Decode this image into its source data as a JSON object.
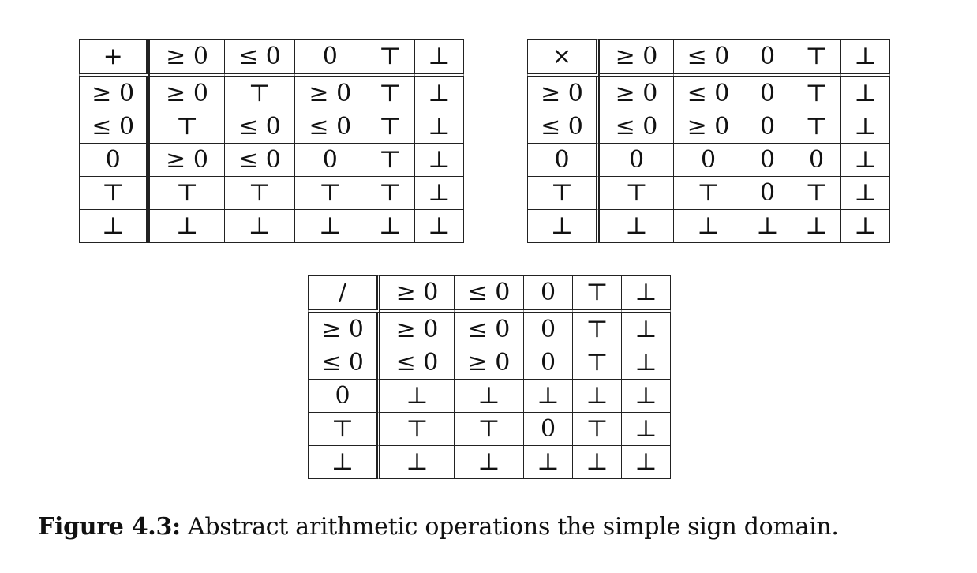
{
  "tables": [
    {
      "id": "table-add",
      "operator": "+",
      "columns": [
        "≥ 0",
        "≤ 0",
        "0",
        "⊤",
        "⊥"
      ],
      "rows": [
        {
          "label": "≥ 0",
          "cells": [
            "≥ 0",
            "⊤",
            "≥ 0",
            "⊤",
            "⊥"
          ]
        },
        {
          "label": "≤ 0",
          "cells": [
            "⊤",
            "≤ 0",
            "≤ 0",
            "⊤",
            "⊥"
          ]
        },
        {
          "label": "0",
          "cells": [
            "≥ 0",
            "≤ 0",
            "0",
            "⊤",
            "⊥"
          ]
        },
        {
          "label": "⊤",
          "cells": [
            "⊤",
            "⊤",
            "⊤",
            "⊤",
            "⊥"
          ]
        },
        {
          "label": "⊥",
          "cells": [
            "⊥",
            "⊥",
            "⊥",
            "⊥",
            "⊥"
          ]
        }
      ]
    },
    {
      "id": "table-mul",
      "operator": "×",
      "columns": [
        "≥ 0",
        "≤ 0",
        "0",
        "⊤",
        "⊥"
      ],
      "rows": [
        {
          "label": "≥ 0",
          "cells": [
            "≥ 0",
            "≤ 0",
            "0",
            "⊤",
            "⊥"
          ]
        },
        {
          "label": "≤ 0",
          "cells": [
            "≤ 0",
            "≥ 0",
            "0",
            "⊤",
            "⊥"
          ]
        },
        {
          "label": "0",
          "cells": [
            "0",
            "0",
            "0",
            "0",
            "⊥"
          ]
        },
        {
          "label": "⊤",
          "cells": [
            "⊤",
            "⊤",
            "0",
            "⊤",
            "⊥"
          ]
        },
        {
          "label": "⊥",
          "cells": [
            "⊥",
            "⊥",
            "⊥",
            "⊥",
            "⊥"
          ]
        }
      ]
    },
    {
      "id": "table-div",
      "operator": "/",
      "columns": [
        "≥ 0",
        "≤ 0",
        "0",
        "⊤",
        "⊥"
      ],
      "rows": [
        {
          "label": "≥ 0",
          "cells": [
            "≥ 0",
            "≤ 0",
            "0",
            "⊤",
            "⊥"
          ]
        },
        {
          "label": "≤ 0",
          "cells": [
            "≤ 0",
            "≥ 0",
            "0",
            "⊤",
            "⊥"
          ]
        },
        {
          "label": "0",
          "cells": [
            "⊥",
            "⊥",
            "⊥",
            "⊥",
            "⊥"
          ]
        },
        {
          "label": "⊤",
          "cells": [
            "⊤",
            "⊤",
            "0",
            "⊤",
            "⊥"
          ]
        },
        {
          "label": "⊥",
          "cells": [
            "⊥",
            "⊥",
            "⊥",
            "⊥",
            "⊥"
          ]
        }
      ]
    }
  ],
  "caption": {
    "label": "Figure 4.3:",
    "text": " Abstract arithmetic operations the simple sign domain."
  }
}
